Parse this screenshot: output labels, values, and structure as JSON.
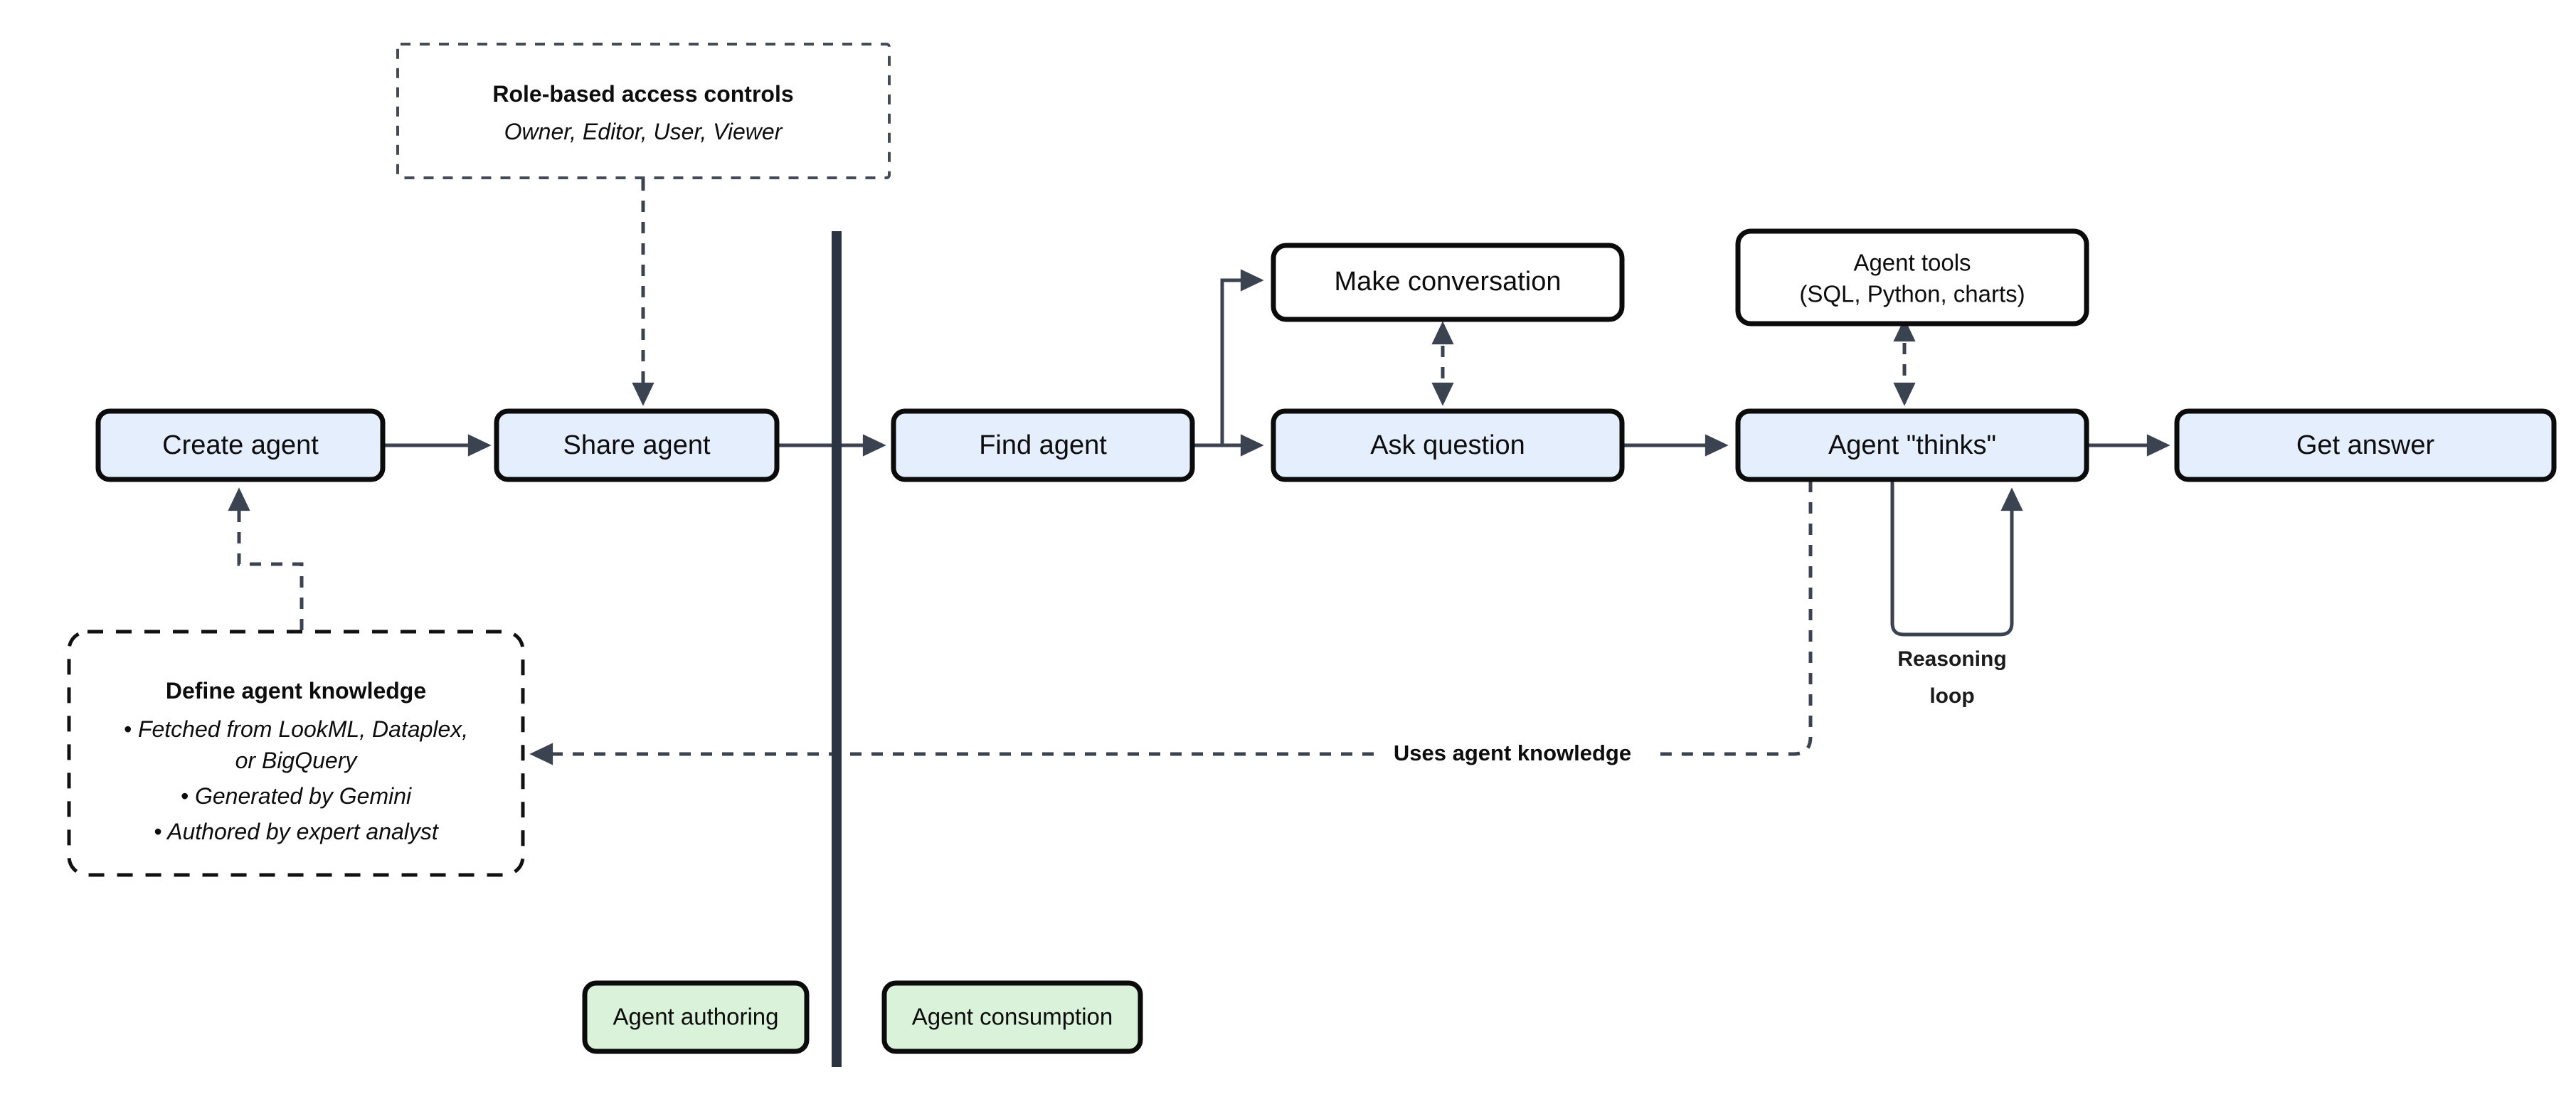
{
  "diagram": {
    "title_hidden": "",
    "nodes": {
      "create_agent": "Create agent",
      "share_agent": "Share agent",
      "find_agent": "Find agent",
      "make_conversation": "Make conversation",
      "ask_question": "Ask question",
      "agent_tools_line1": "Agent tools",
      "agent_tools_line2": "(SQL, Python, charts)",
      "agent_thinks": "Agent \"thinks\"",
      "get_answer": "Get answer"
    },
    "annotations": {
      "rbac_title": "Role-based access controls",
      "rbac_subtitle": "Owner, Editor, User, Viewer",
      "knowledge_title": "Define agent knowledge",
      "knowledge_bullets": [
        "• Fetched from LookML, Dataplex,",
        "or BigQuery",
        "• Generated by Gemini",
        "• Authored by expert analyst"
      ],
      "reasoning_loop_line1": "Reasoning",
      "reasoning_loop_line2": "loop",
      "uses_agent_knowledge": "Uses agent knowledge"
    },
    "legend": {
      "authoring": "Agent authoring",
      "consumption": "Agent consumption"
    },
    "colors": {
      "node_blue_fill": "#e5eefc",
      "node_white_fill": "#ffffff",
      "legend_green_fill": "#d9f2d9",
      "node_stroke": "#0b0b0b",
      "link_stroke": "#3c4350",
      "divider": "#2b3442",
      "text": "#0d0d0d"
    }
  }
}
